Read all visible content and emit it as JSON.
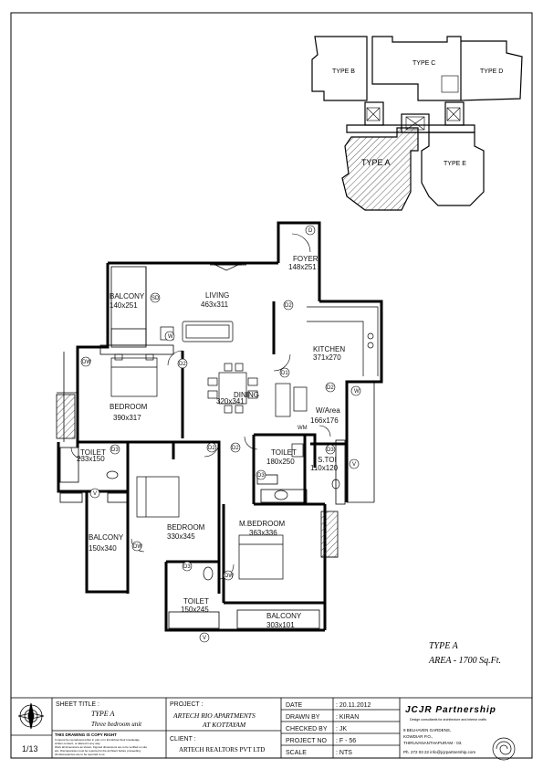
{
  "key_plan": {
    "type_b": "TYPE B",
    "type_c": "TYPE C",
    "type_d": "TYPE D",
    "type_a": "TYPE  A",
    "type_e": "TYPE E"
  },
  "rooms": {
    "foyer_name": "FOYER",
    "foyer_size": "148x251",
    "balcony1_name": "BALCONY",
    "balcony1_size": "140x251",
    "living_name": "LIVING",
    "living_size": "463x311",
    "kitchen_name": "KITCHEN",
    "kitchen_size": "371x270",
    "dining_name": "DINING",
    "dining_size": "320x341",
    "bed1_name": "BEDROOM",
    "bed1_size": "390x317",
    "warea_name": "W/Area",
    "warea_size": "166x176",
    "toilet1_name": "TOILET",
    "toilet1_size": "233x150",
    "toilet2_name": "TOILET",
    "toilet2_size": "180x250",
    "stoi_name": "S.TOI",
    "stoi_size": "110x120",
    "bed2_name": "BEDROOM",
    "bed2_size": "330x345",
    "mbed_name": "M.BEDROOM",
    "mbed_size": "363x336",
    "balcony2_name": "BALCONY",
    "balcony2_size": "150x340",
    "toilet3_name": "TOILET",
    "toilet3_size": "150x245",
    "balcony3_name": "BALCONY",
    "balcony3_size": "303x101"
  },
  "doors": {
    "d": "D",
    "d1": "D1",
    "d2": "D2",
    "d3": "D3",
    "sd": "SD",
    "dw": "DW",
    "w": "W",
    "v": "V",
    "wm": "WM"
  },
  "unit_info": {
    "type": "TYPE A",
    "area": "AREA - 1700 Sq.Ft."
  },
  "title_block": {
    "sheet_label": "SHEET TITLE :",
    "sheet_title": "TYPE A",
    "sheet_subtitle": "Three bedroom unit",
    "copyright_heading": "THIS DRAWING IS COPY RIGHT",
    "copyright_lines": [
      "It cannot be reproduced either in part or in full without their knowledge",
      "written consent, or altered in any way.",
      "Work all dimensions as shown. Figured dimensions are to be verified on site",
      "are. Discrepancies must be reported to the architect before proceeding.",
      "All discrepancies are to be reported to us."
    ],
    "sheet_no": "1/13",
    "project_label": "PROJECT :",
    "project_name": "ARTECH RIO APARTMENTS",
    "project_place": "AT KOTTAYAM",
    "client_label": "CLIENT :",
    "client_name": "ARTECH REALTORS PVT LTD",
    "date_label": "DATE",
    "date_value": ": 20.11.2012",
    "drawn_label": "DRAWN BY",
    "drawn_value": ": KIRAN",
    "checked_label": "CHECKED BY",
    "checked_value": ": JK",
    "projno_label": "PROJECT NO",
    "projno_value": ": F - 56",
    "scale_label": "SCALE",
    "scale_value": ": NTS",
    "firm_name": "JCJR Partnership",
    "firm_tagline": "Design consultants for architecture and interior crafts",
    "address_lines": [
      "9 BELHAVEN GARDENS,",
      "KOWDIAR P.O.,",
      "THIRUVANANTHAPURAM - 03."
    ],
    "contact": "Ph. 272 03 22   info@jcjrpartnership.com"
  }
}
